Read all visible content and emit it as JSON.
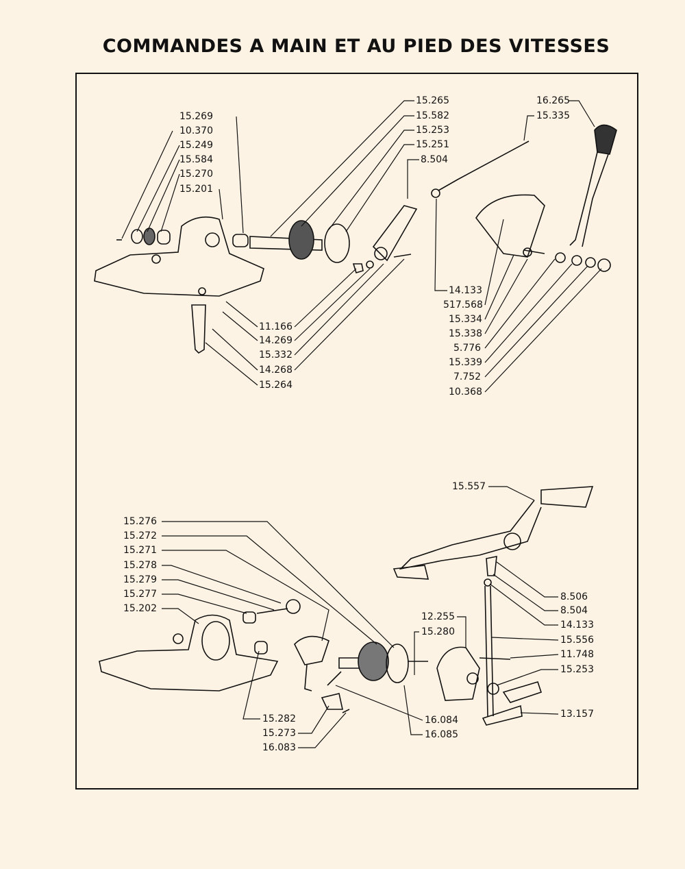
{
  "title": "COMMANDES A MAIN ET AU PIED DES VITESSES",
  "hand_control": {
    "labels": [
      "15.269",
      "10.370",
      "15.249",
      "15.584",
      "15.270",
      "15.201",
      "15.265",
      "15.582",
      "15.253",
      "15.251",
      "8.504",
      "16.265",
      "15.335",
      "11.166",
      "14.269",
      "15.332",
      "14.268",
      "15.264",
      "14.133",
      "517.568",
      "15.334",
      "15.338",
      "5.776",
      "15.339",
      "7.752",
      "10.368"
    ]
  },
  "foot_control": {
    "labels": [
      "15.276",
      "15.272",
      "15.271",
      "15.278",
      "15.279",
      "15.277",
      "15.202",
      "15.557",
      "8.506",
      "8.504",
      "14.133",
      "15.556",
      "11.748",
      "15.253",
      "13.157",
      "12.255",
      "15.280",
      "15.282",
      "15.273",
      "16.083",
      "16.084",
      "16.085"
    ]
  }
}
